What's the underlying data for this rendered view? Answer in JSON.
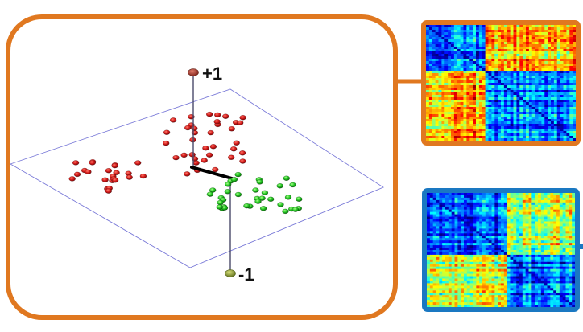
{
  "diagram": {
    "labels": {
      "plus": "+1",
      "minus": "-1"
    },
    "colors": {
      "panel_border": "#e07820",
      "matrix_top_border": "#e07820",
      "matrix_bottom_border": "#1a78c2",
      "plane_edge": "#7a7ad8",
      "axis": "#4a4a6a",
      "hyperplane_normal": "#000000",
      "pole_plus": "#b03a2e",
      "pole_minus": "#8a9a3a",
      "class_positive": "#d41a1a",
      "class_negative": "#22c422"
    },
    "points": {
      "positive_count": 60,
      "negative_count": 36
    },
    "matrices": [
      {
        "name": "top",
        "block_split": 0.4
      },
      {
        "name": "bottom",
        "block_split": 0.55
      }
    ]
  }
}
